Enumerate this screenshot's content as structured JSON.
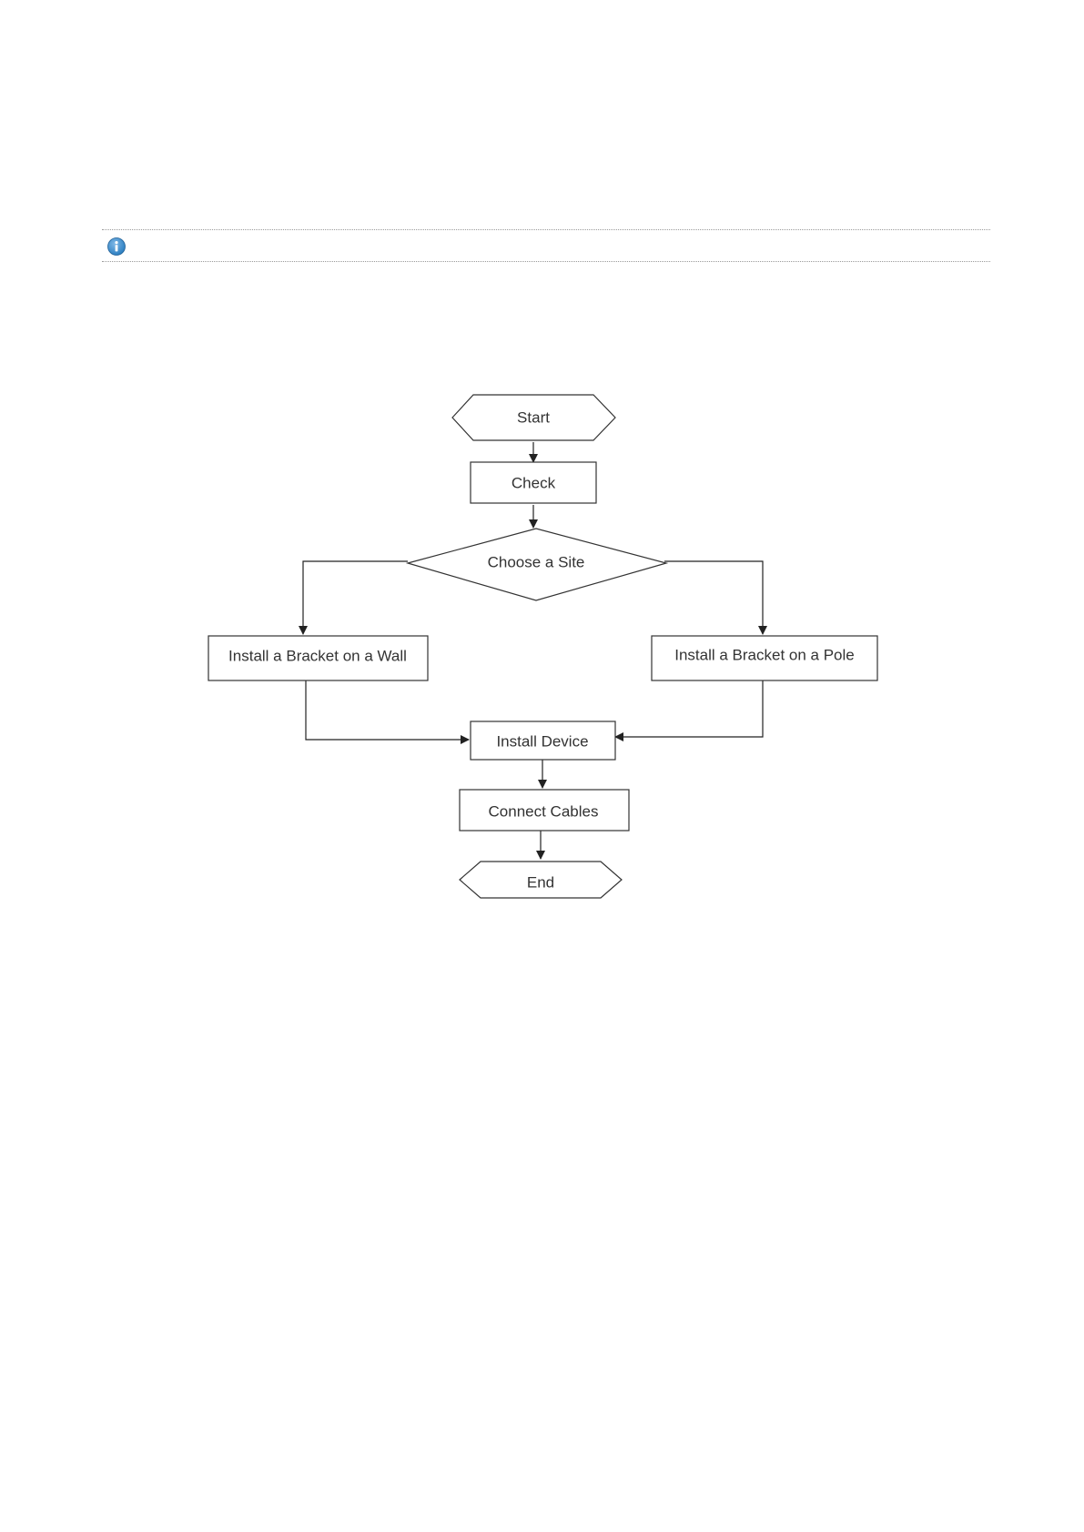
{
  "note": {
    "icon": "info-icon",
    "accent_color": "#2d7fc1"
  },
  "flowchart": {
    "nodes": {
      "start": "Start",
      "check": "Check",
      "choose_site": "Choose a Site",
      "wall": "Install a Bracket on a Wall",
      "pole": "Install a Bracket on a Pole",
      "install_device": "Install Device",
      "connect_cables": "Connect Cables",
      "end": "End"
    },
    "edges": [
      [
        "Start",
        "Check"
      ],
      [
        "Check",
        "Choose a Site"
      ],
      [
        "Choose a Site",
        "Install a Bracket on a Wall"
      ],
      [
        "Choose a Site",
        "Install a Bracket on a Pole"
      ],
      [
        "Install a Bracket on a Wall",
        "Install Device"
      ],
      [
        "Install a Bracket on a Pole",
        "Install Device"
      ],
      [
        "Install Device",
        "Connect Cables"
      ],
      [
        "Connect Cables",
        "End"
      ]
    ]
  }
}
